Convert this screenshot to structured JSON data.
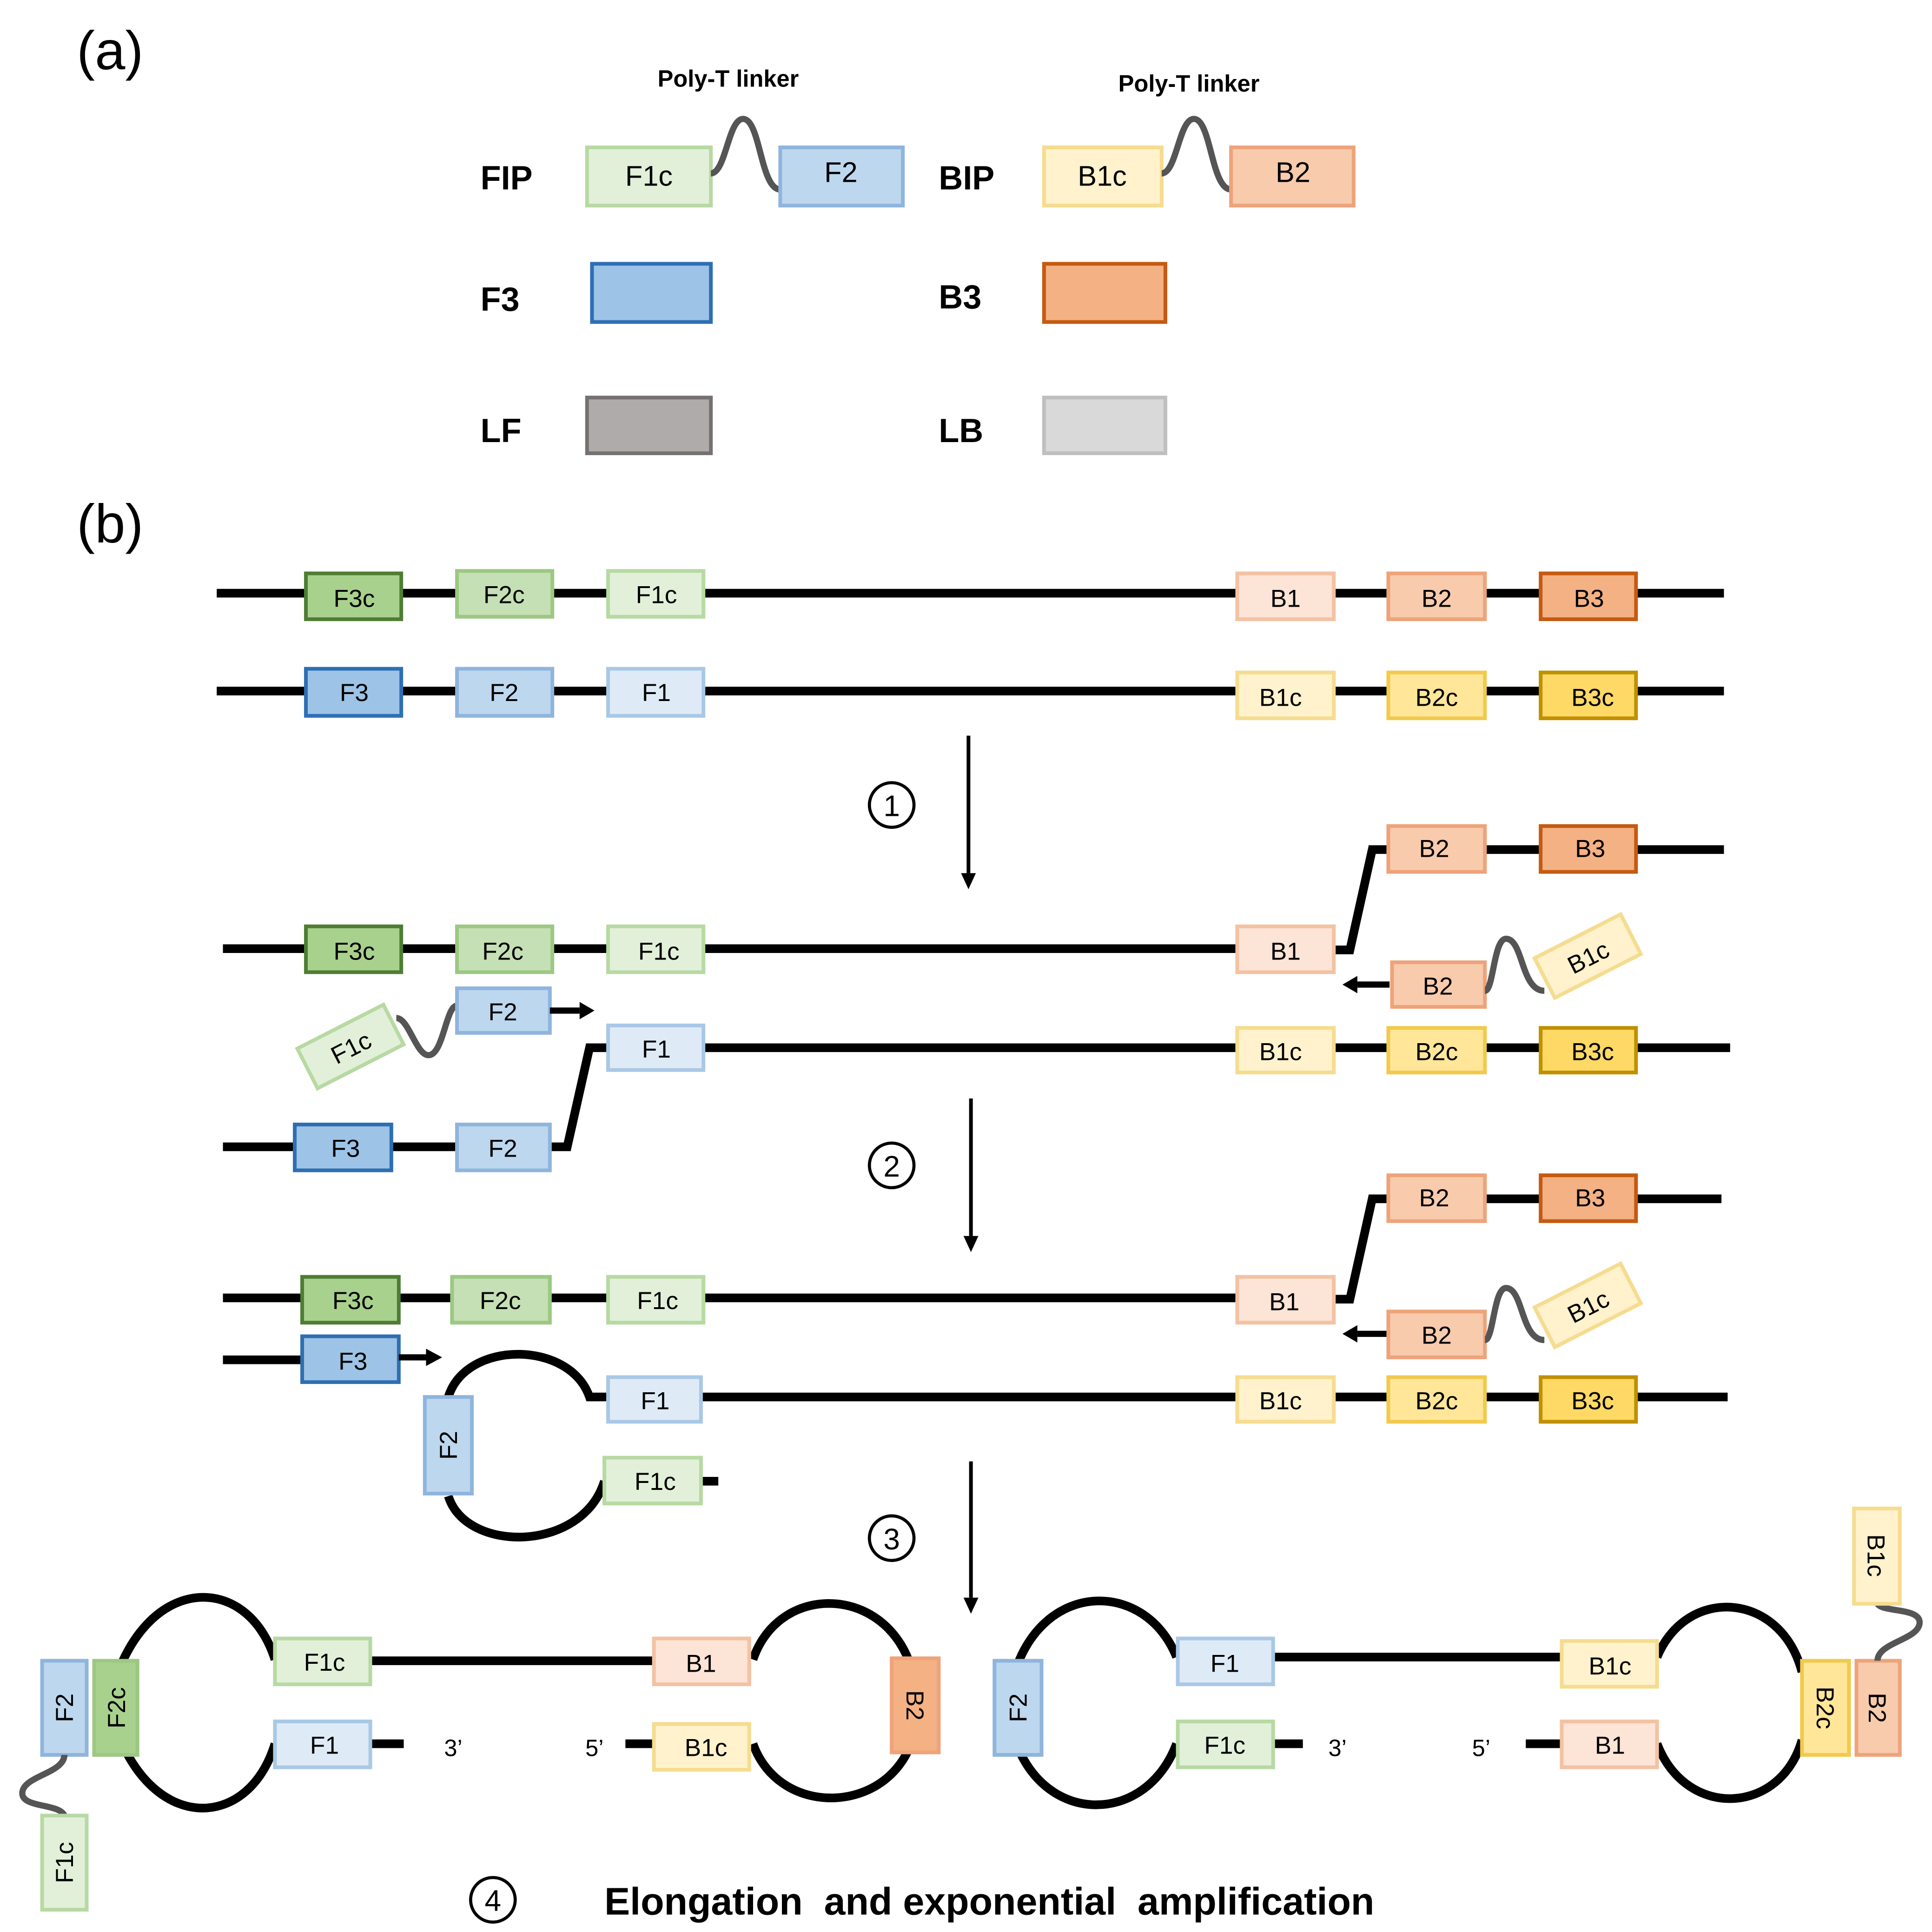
{
  "panel_a": {
    "label": "(a)",
    "linker_label_left": "Poly-T linker",
    "linker_label_right": "Poly-T linker",
    "primers": {
      "fip": "FIP",
      "bip": "BIP",
      "f3": "F3",
      "b3": "B3",
      "lf": "LF",
      "lb": "LB"
    },
    "boxes": {
      "f1c": "F1c",
      "f2": "F2",
      "b1c": "B1c",
      "b2": "B2"
    }
  },
  "panel_b": {
    "label": "(b)",
    "steps": [
      "①",
      "②",
      "③",
      "④"
    ],
    "step4_text": "Elongation  and exponential  amplification",
    "end_labels": {
      "three_prime": "3’",
      "five_prime": "5’"
    },
    "seg": {
      "F3c": "F3c",
      "F2c": "F2c",
      "F1c": "F1c",
      "B1": "B1",
      "B2": "B2",
      "B3": "B3",
      "F3": "F3",
      "F2": "F2",
      "F1": "F1",
      "B1c": "B1c",
      "B2c": "B2c",
      "B3c": "B3c"
    }
  },
  "colors": {
    "green_light": "#e2f0d9",
    "green_light_border": "#b7d9a3",
    "green_mid": "#c5e0b4",
    "green_mid_border": "#9cc883",
    "green_dark": "#8dc07a",
    "green_dark_border": "#4e7d33",
    "blue_light": "#deebf7",
    "blue_light_border": "#a9c8e6",
    "blue_mid": "#bdd7ee",
    "blue_mid_border": "#8fb5dd",
    "blue_dark": "#9dc3e6",
    "blue_dark_border": "#2e6fb3",
    "yellow_light": "#fff2cc",
    "yellow_light_border": "#f5dc8f",
    "yellow_mid": "#ffe699",
    "yellow_mid_border": "#f2c94c",
    "yellow_dark": "#ffd966",
    "yellow_dark_border": "#bf9000",
    "peach_light": "#fce4d6",
    "peach_light_border": "#f3c2a3",
    "peach_mid": "#f8cbad",
    "peach_mid_border": "#eea37a",
    "peach_dark": "#f4b183",
    "peach_dark_border": "#c55a11",
    "gray_dark": "#afabab",
    "gray_dark_border": "#767171",
    "gray_light": "#d9d9d9",
    "gray_light_border": "#bfbfbf"
  }
}
